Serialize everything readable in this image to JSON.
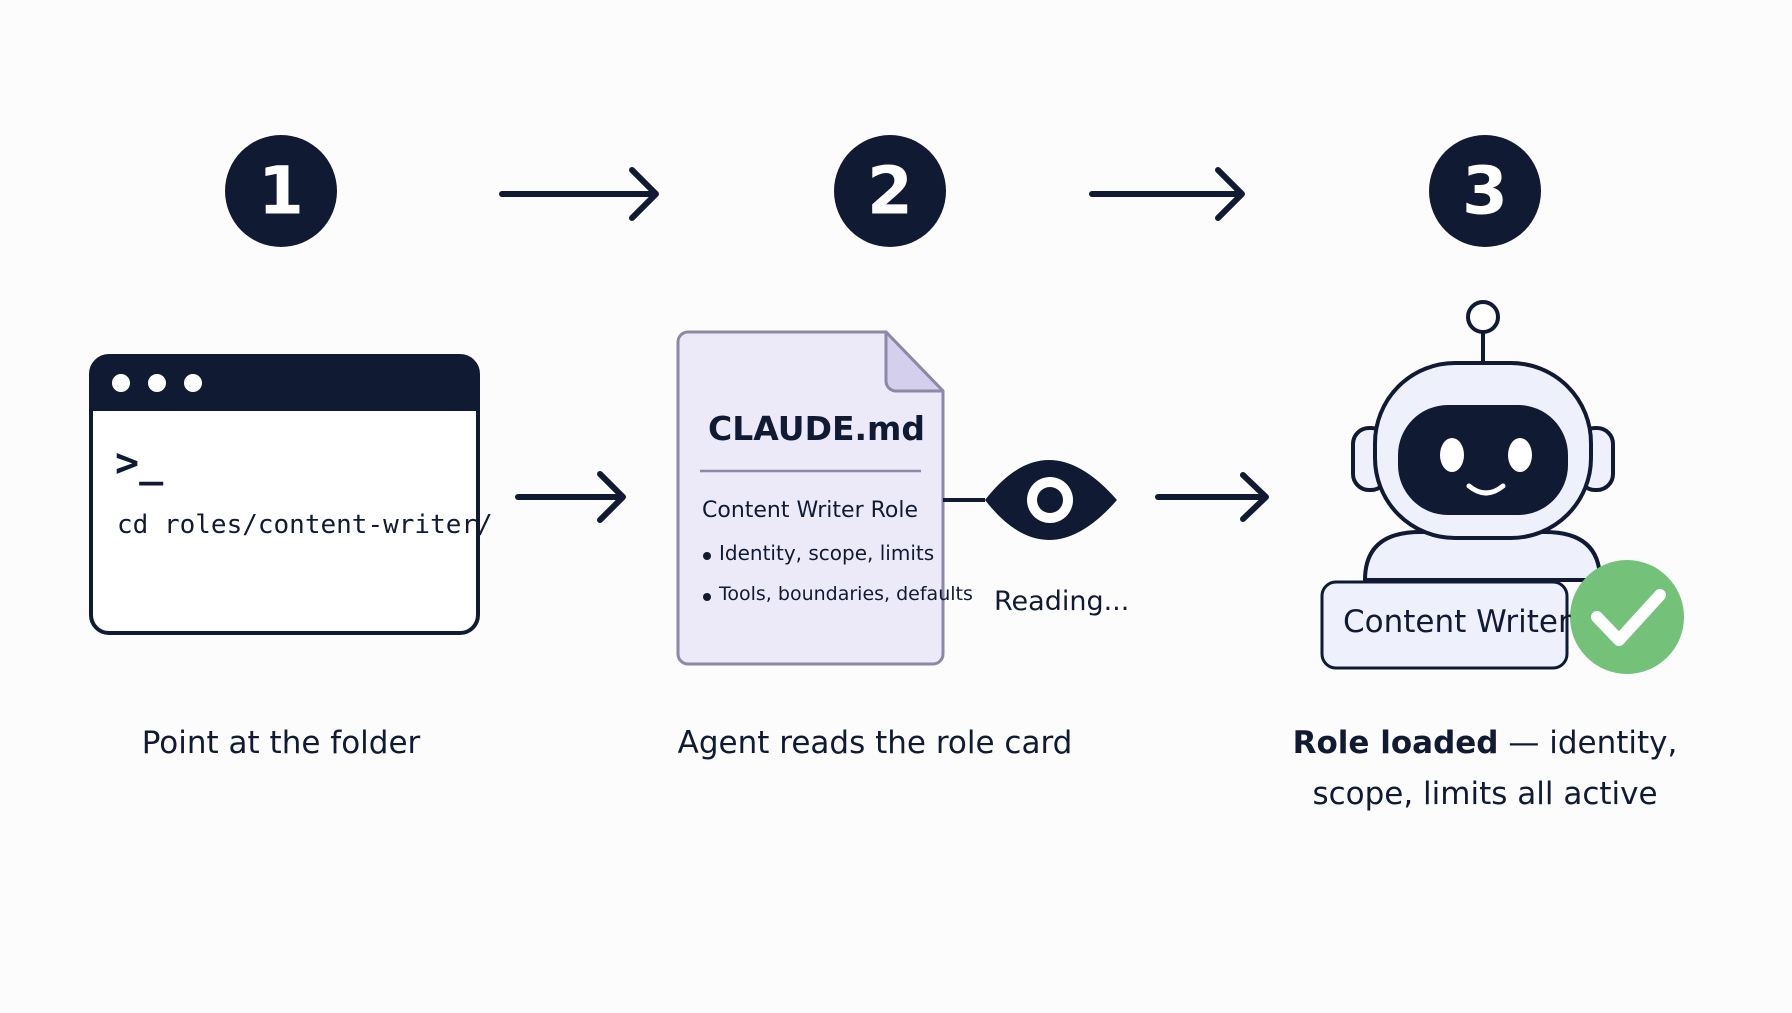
{
  "steps": [
    {
      "number": "1",
      "caption": "Point at the folder"
    },
    {
      "number": "2",
      "caption": "Agent reads the role card"
    },
    {
      "number": "3",
      "caption_bold": "Role loaded",
      "caption_rest": " — identity,",
      "caption_line2": "scope, limits all active"
    }
  ],
  "terminal": {
    "prompt": ">_",
    "command": "cd roles/content-writer/"
  },
  "document": {
    "filename": "CLAUDE.md",
    "heading": "Content Writer Role",
    "bullets": [
      "Identity, scope, limits",
      "Tools, boundaries, defaults"
    ]
  },
  "reading_label": "Reading...",
  "agent_badge": "Content Writer",
  "icons": [
    "terminal-window-icon",
    "document-icon",
    "eye-icon",
    "robot-icon",
    "check-icon",
    "arrow-right-icon"
  ],
  "colors": {
    "navy": "#111a33",
    "doc_fill": "#ece9f8",
    "doc_border": "#8c88a6",
    "robot_fill": "#eef0fb",
    "check_green": "#74c27a"
  }
}
